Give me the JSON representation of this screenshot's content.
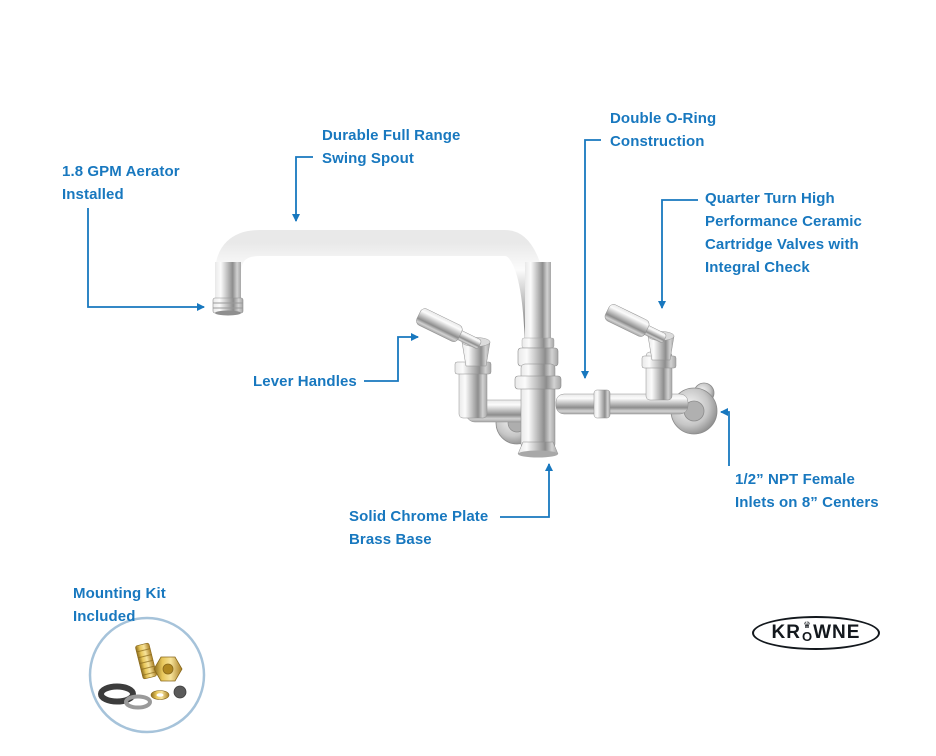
{
  "colors": {
    "background": "#ffffff",
    "callout_blue": "#1878bf",
    "chrome_gray": "#c4c4c4",
    "brass_gold": "#d9b345",
    "kit_circle_blue": "#a6c3da",
    "logo_ink": "#13181d"
  },
  "callouts": {
    "aerator": "1.8 GPM Aerator Installed",
    "swing_spout": "Durable Full Range Swing Spout",
    "o_ring": "Double O-Ring Construction",
    "cartridge_valves": "Quarter Turn High Performance Ceramic Cartridge Valves with Integral Check",
    "lever_handles": "Lever Handles",
    "chrome_base": "Solid Chrome Plate Brass Base",
    "npt_inlets": "1/2” NPT Female Inlets on 8” Centers",
    "mounting_kit": "Mounting Kit Included"
  },
  "brand": {
    "name": "KROWNE",
    "logo_kr": "KR",
    "logo_o": "O",
    "logo_wne": "WNE",
    "crown": "♛"
  }
}
